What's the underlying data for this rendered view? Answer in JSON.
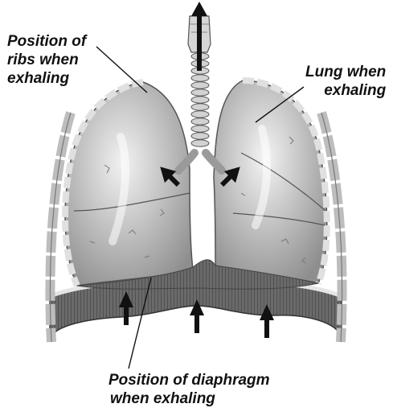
{
  "labels": {
    "ribs": {
      "line1": "Position of",
      "line2": "ribs when",
      "line3": "exhaling"
    },
    "lung": {
      "line1": "Lung when",
      "line2": "exhaling"
    },
    "diaphragm": {
      "line1": "Position of diaphragm",
      "line2": "when exhaling"
    }
  },
  "colors": {
    "background": "#ffffff",
    "lung_fill": "#c4c4c4",
    "lung_shade": "#9a9a9a",
    "rib_fill": "#d9d9d9",
    "diaphragm_fill": "#6b6b6b",
    "arrow": "#111111",
    "text": "#111111"
  },
  "icons": [
    "up-arrow-icon"
  ]
}
